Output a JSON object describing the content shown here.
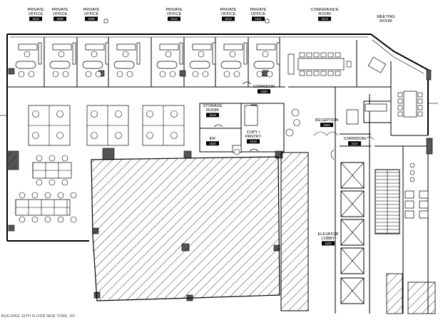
{
  "rooms": [
    {
      "id": "po1",
      "lines": [
        "PRIVATE",
        "OFFICE"
      ],
      "number": "1510"
    },
    {
      "id": "po2",
      "lines": [
        "PRIVATE",
        "OFFICE"
      ],
      "number": "1509"
    },
    {
      "id": "po3",
      "lines": [
        "PRIVATE",
        "OFFICE"
      ],
      "number": "1508"
    },
    {
      "id": "po4",
      "lines": [
        "PRIVATE",
        "OFFICE"
      ],
      "number": "1513"
    },
    {
      "id": "po5",
      "lines": [
        "PRIVATE",
        "OFFICE"
      ],
      "number": "1512"
    },
    {
      "id": "po6",
      "lines": [
        "PRIVATE",
        "OFFICE"
      ],
      "number": "1511"
    },
    {
      "id": "conf",
      "lines": [
        "CONFERENCE",
        "ROOM"
      ],
      "number": "1514"
    },
    {
      "id": "meet",
      "lines": [
        "MEETING",
        "ROOM"
      ],
      "number": ""
    },
    {
      "id": "corr1",
      "lines": [
        "CORRIDOR"
      ],
      "number": "1500"
    },
    {
      "id": "storage",
      "lines": [
        "STORAGE",
        "ROOM"
      ],
      "number": "1516"
    },
    {
      "id": "idf",
      "lines": [
        "IDF"
      ],
      "number": "1520"
    },
    {
      "id": "copy",
      "lines": [
        "COPY /",
        "PANTRY"
      ],
      "number": "1518"
    },
    {
      "id": "recep",
      "lines": [
        "RECEPTION"
      ],
      "number": "1501"
    },
    {
      "id": "corr2",
      "lines": [
        "CORRIDOR"
      ],
      "number": "1522"
    },
    {
      "id": "elev",
      "lines": [
        "ELEVATOR",
        "LOBBY"
      ],
      "number": "1530"
    }
  ],
  "footer_text": "BUILDING  15TH FLOOR  NEW YORK, NY"
}
